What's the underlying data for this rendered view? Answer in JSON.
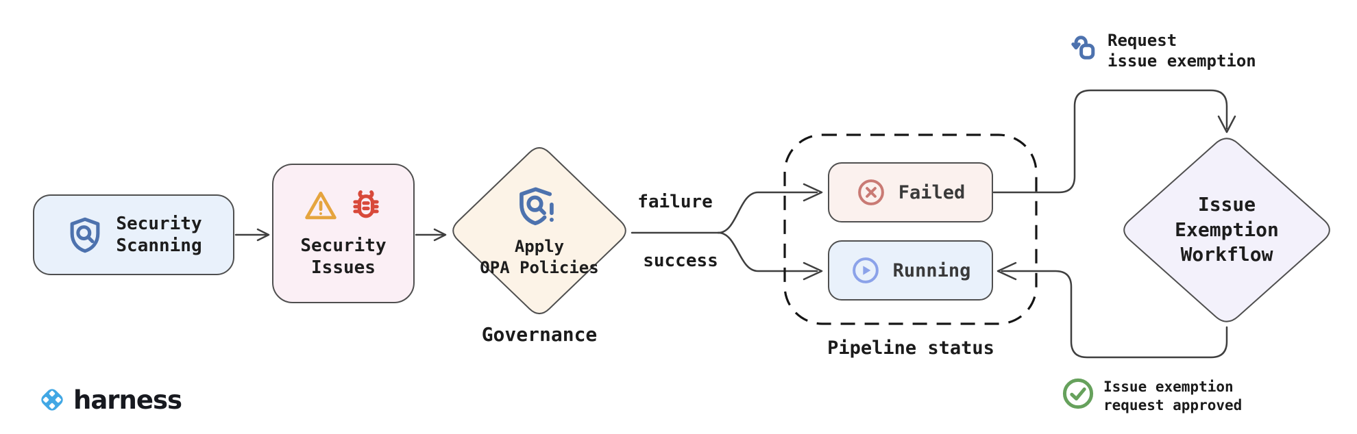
{
  "colors": {
    "shield_blue": "#4d72ae",
    "warning_orange": "#e5a43e",
    "bug_red": "#d8493a",
    "failed_red": "#c97a74",
    "running_blue": "#8ba2e9",
    "approved_green": "#66a15c",
    "harness_blue": "#41a7e4",
    "scanning_bg": "#e9f1fb",
    "issues_bg": "#fbeff5",
    "failed_bg": "#fbf1ee",
    "running_bg": "#e9f1fb",
    "governance_diamond_bg": "#fcf3e7",
    "exemption_diamond_bg": "#f3f1fb"
  },
  "nodes": {
    "security_scanning": {
      "line1": "Security",
      "line2": "Scanning"
    },
    "security_issues": {
      "line1": "Security",
      "line2": "Issues"
    },
    "apply_opa": {
      "line1": "Apply",
      "line2": "OPA Policies"
    },
    "failed": {
      "label": "Failed"
    },
    "running": {
      "label": "Running"
    },
    "issue_exemption": {
      "line1": "Issue",
      "line2": "Exemption",
      "line3": "Workflow"
    }
  },
  "labels": {
    "governance": "Governance",
    "pipeline_status": "Pipeline status",
    "failure": "failure",
    "success": "success",
    "request_exemption_line1": "Request",
    "request_exemption_line2": "issue exemption",
    "approved_line1": "Issue exemption",
    "approved_line2": "request approved"
  },
  "branding": {
    "wordmark": "harness"
  }
}
